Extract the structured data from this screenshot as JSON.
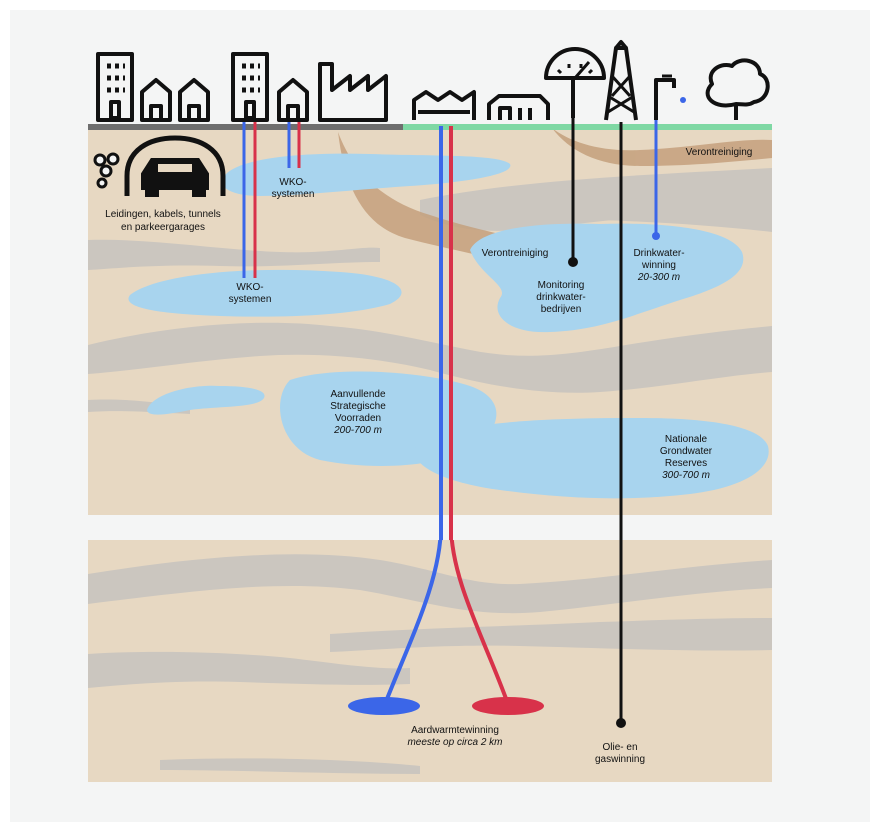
{
  "labels": {
    "tunnels_l1": "Leidingen, kabels, tunnels",
    "tunnels_l2": "en parkeergarages",
    "wko_top_l1": "WKO-",
    "wko_top_l2": "systemen",
    "wko_left_l1": "WKO-",
    "wko_left_l2": "systemen",
    "pollution_top": "Verontreiniging",
    "pollution_mid": "Verontreiniging",
    "monitoring_l1": "Monitoring",
    "monitoring_l2": "drinkwater-",
    "monitoring_l3": "bedrijven",
    "drinking_l1": "Drinkwater-",
    "drinking_l2": "winning",
    "drinking_l3": "20-300 m",
    "asv_l1": "Aanvullende",
    "asv_l2": "Strategische",
    "asv_l3": "Voorraden",
    "asv_l4": "200-700 m",
    "ngr_l1": "Nationale",
    "ngr_l2": "Grondwater",
    "ngr_l3": "Reserves",
    "ngr_l4": "300-700 m",
    "geo_l1": "Aardwarmtewinning",
    "geo_l2": "meeste op circa 2 km",
    "oil_l1": "Olie- en",
    "oil_l2": "gaswinning"
  },
  "colors": {
    "background": "#f4f5f5",
    "soil": "#e7d8c2",
    "clay_layer": "#cbc6bf",
    "aquifer": "#a8d4ee",
    "pollution": "#c4a07c",
    "urban_surface": "#6e6e6e",
    "green_surface": "#7fd8a4",
    "cold_pipe": "#3b66e8",
    "warm_pipe": "#d8324a",
    "well": "#111111"
  },
  "icons": [
    "office-building-icon",
    "house-icon",
    "factory-icon",
    "greenhouse-icon",
    "farm-icon",
    "pressure-gauge-icon",
    "drilling-rig-icon",
    "water-tap-icon",
    "tree-icon",
    "car-tunnel-icon",
    "pipes-icon"
  ]
}
